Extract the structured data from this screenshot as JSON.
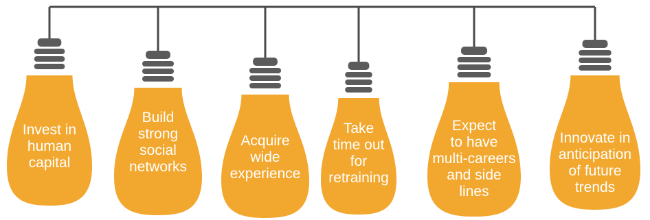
{
  "colors": {
    "bulb": "#F2A72E",
    "socket": "#5B5B5B",
    "wire": "#4A4A4A",
    "text": "#FFFFFF"
  },
  "bulbs": [
    {
      "lines": [
        "Invest in",
        "human",
        "capital"
      ]
    },
    {
      "lines": [
        "Build",
        "strong",
        "social",
        "networks"
      ]
    },
    {
      "lines": [
        "Acquire",
        "wide",
        "experience"
      ]
    },
    {
      "lines": [
        "Take",
        "time out",
        "for",
        "retraining"
      ]
    },
    {
      "lines": [
        "Expect",
        "to have",
        "multi-careers",
        "and side",
        "lines"
      ]
    },
    {
      "lines": [
        "Innovate in",
        "anticipation",
        "of future",
        "trends"
      ]
    }
  ]
}
